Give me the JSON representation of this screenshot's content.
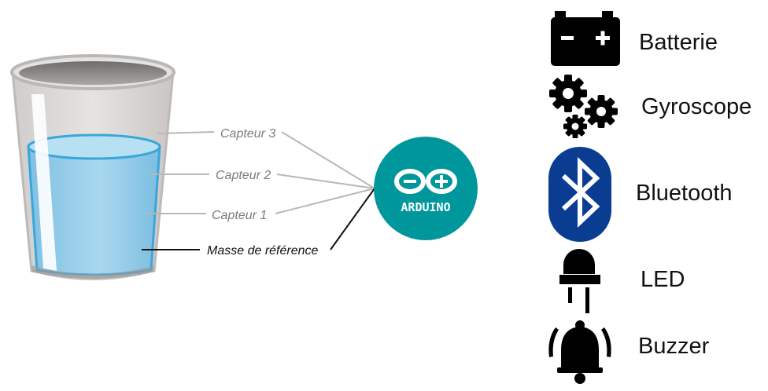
{
  "diagram": {
    "sensors": [
      {
        "id": "capteur-3",
        "label": "Capteur 3"
      },
      {
        "id": "capteur-2",
        "label": "Capteur 2"
      },
      {
        "id": "capteur-1",
        "label": "Capteur 1"
      }
    ],
    "reference": {
      "label": "Masse de référence"
    },
    "arduino": {
      "label": "ARDUINO"
    }
  },
  "components": [
    {
      "label": "Batterie",
      "icon": "battery-icon"
    },
    {
      "label": "Gyroscope",
      "icon": "gears-icon"
    },
    {
      "label": "Bluetooth",
      "icon": "bluetooth-icon"
    },
    {
      "label": "LED",
      "icon": "led-icon"
    },
    {
      "label": "Buzzer",
      "icon": "bell-icon"
    }
  ],
  "colors": {
    "arduino_teal": "#00979c",
    "water": "#8ec9e6",
    "water_edge": "#3aa6da",
    "glass": "#d7d5d3",
    "icon": "#000000",
    "bluetooth_blue": "#0a3d91"
  }
}
